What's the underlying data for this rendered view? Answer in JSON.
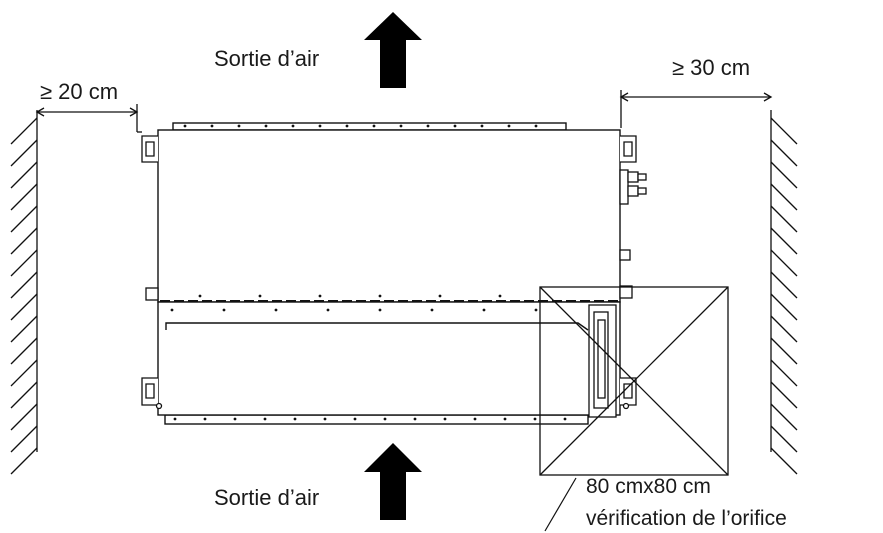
{
  "labels": {
    "air_outlet_top": "Sortie d’air",
    "air_outlet_bottom": "Sortie d’air",
    "clearance_left": "≥ 20 cm",
    "clearance_right": "≥ 30 cm",
    "access_size": "80 cmx80 cm",
    "access_desc": "vérification de l’orifice"
  },
  "colors": {
    "line": "#111111",
    "background": "#ffffff"
  }
}
